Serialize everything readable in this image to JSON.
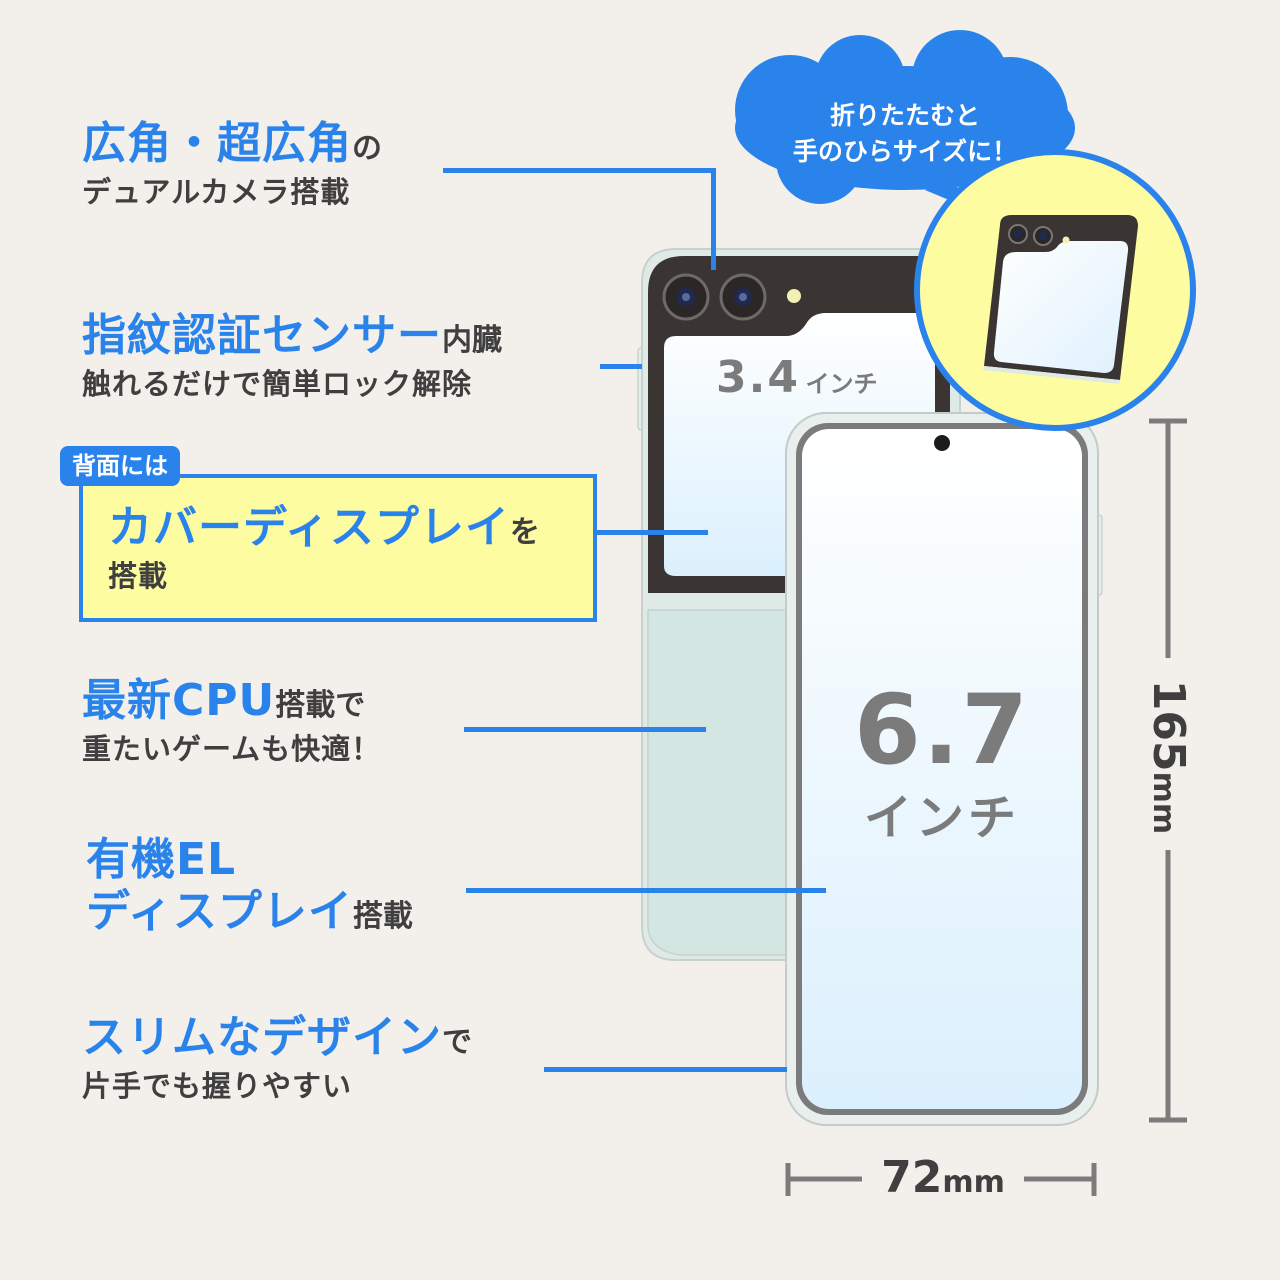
{
  "features": {
    "camera": {
      "highlight": "広角・超広角",
      "suffix": "の",
      "sub": "デュアルカメラ搭載"
    },
    "fingerprint": {
      "highlight": "指紋認証センサー",
      "suffix": "内臓",
      "sub": "触れるだけで簡単ロック解除"
    },
    "cover": {
      "tag": "背面には",
      "highlight": "カバーディスプレイ",
      "suffix": "を",
      "sub": "搭載"
    },
    "cpu": {
      "highlight": "最新CPU",
      "suffix": "搭載で",
      "sub": "重たいゲームも快適！"
    },
    "oled": {
      "highlight1": "有機EL",
      "highlight2": "ディスプレイ",
      "suffix": "搭載"
    },
    "slim": {
      "highlight": "スリムなデザイン",
      "suffix": "で",
      "sub": "片手でも握りやすい"
    }
  },
  "bubble": {
    "line1": "折りたたむと",
    "line2": "手のひらサイズに！"
  },
  "phone": {
    "cover_size": "3.4",
    "cover_unit": "インチ",
    "main_size": "6.7",
    "main_unit": "インチ"
  },
  "dimensions": {
    "height_value": "165",
    "height_unit": "mm",
    "width_value": "72",
    "width_unit": "mm"
  },
  "colors": {
    "accent": "#2a83ea",
    "background": "#f3f0ec",
    "highlight_box": "#fdfca0",
    "phone_back": "#d4e6e1",
    "camera_bar": "#3a3533"
  }
}
